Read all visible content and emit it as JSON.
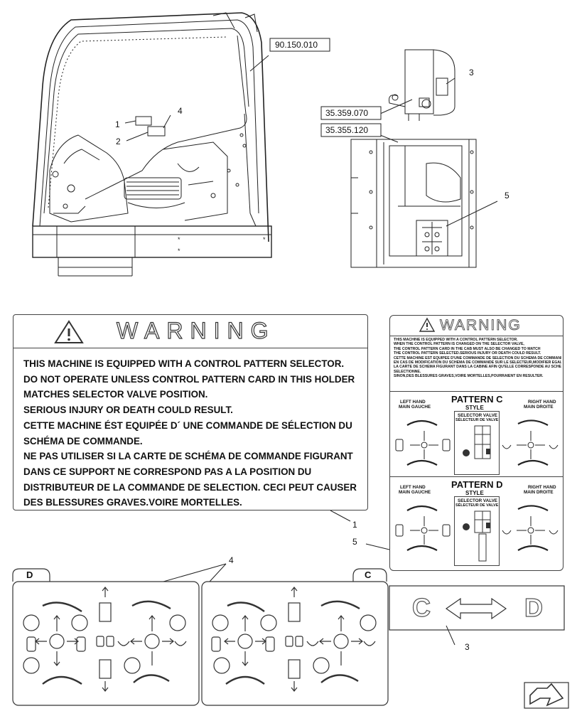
{
  "callouts": {
    "ref_cab": "90.150.010",
    "ref_selector": "35.359.070",
    "ref_valve": "35.355.120",
    "n1a": "1",
    "n2": "2",
    "n4a": "4",
    "n3a": "3",
    "n5a": "5",
    "n1b": "1",
    "n5b": "5",
    "n4b": "4",
    "n3b": "3"
  },
  "warning_decal": {
    "title": "WARNING",
    "lines": [
      "THIS MACHINE IS EQUIPPED WITH A CONTROL PATTERN SELECTOR.",
      "DO NOT OPERATE UNLESS CONTROL PATTERN CARD IN THIS HOLDER",
      "MATCHES SELECTOR VALVE POSITION.",
      "SERIOUS INJURY OR DEATH COULD RESULT.",
      "CETTE MACHINE ÉST EQUIPÉE D´ UNE COMMANDE DE SÉLECTION DU",
      "SCHÉMA DE COMMANDE.",
      "NE PAS UTILISER SI LA CARTE DE SCHÉMA DE COMMANDE FIGURANT",
      "DANS CE SUPPORT NE CORRESPOND PAS A LA POSITION DU",
      "DISTRIBUTEUR DE LA COMMANDE DE SELECTION. CECI PEUT CAUSER",
      "DES BLESSURES GRAVES.VOIRE MORTELLES."
    ]
  },
  "pattern_card": {
    "title": "WARNING",
    "text": [
      "THIS MACHINE IS EQUIPPED WITH A CONTROL PATTERN SELECTOR.",
      "WHEN THE CONTROL PATTERN IS CHANGED ON THE SELECTOR VALVE,",
      "THE CONTROL    PATTERN CARD IN THE CAB MUST ALSO BE CHANGED    TO MATCH",
      "THE CONTROL PATTERN SELECTED.SERIOUS INJURY OR DEATH COULD RESULT.",
      "CETTE MACHINE EST EQUIPÉE D'UNE COMMANDE DE SÉLECTION DU SCHÉMA DE COMMANDE.",
      "EN CAS DE MODIFICATION DU SCHÉMA DE COMMANDE SUR LE SÉLECTEUR,MODIFIER ÉGALEMENT",
      "LA CARTE DE SCHÉMA FIGURANT DANS LA CABINE AFIN QU'ELLE CORRESPONDE AU SCHÉMA",
      "SÉLECTIONNÉ.",
      "SINON,DES BLESSURES GRAVES,VOIRE MORTELLES,POURRAIENT EN RÉSULTER."
    ],
    "left_hand": "LEFT HAND",
    "left_hand_fr": "MAIN GAUCHE",
    "right_hand": "RIGHT HAND",
    "right_hand_fr": "MAIN DROITE",
    "pattern_c": "PATTERN C",
    "pattern_d": "PATTERN D",
    "style": "STYLE",
    "selector_valve": "SELECTOR VALVE",
    "selector_valve_fr": "SÉLECTEUR DE VALVE"
  },
  "cards": {
    "left_tab": "D",
    "right_tab": "C"
  },
  "cd_decal": {
    "left": "C",
    "right": "D"
  }
}
